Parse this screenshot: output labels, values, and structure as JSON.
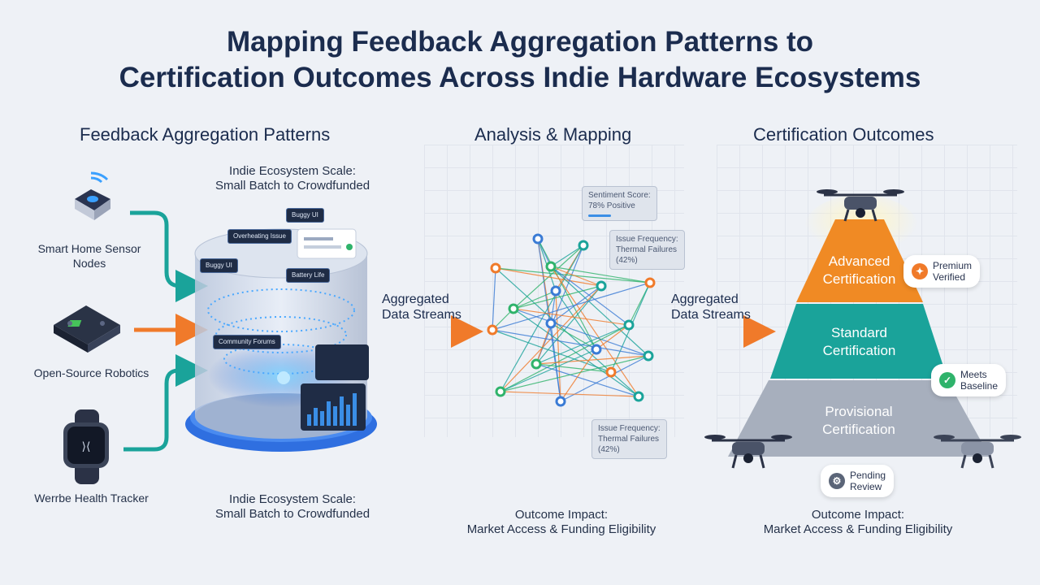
{
  "title": {
    "line1": "Mapping Feedback Aggregation Patterns to",
    "line2": "Certification Outcomes Across Indie Hardware Ecosystems"
  },
  "columns": {
    "left": "Feedback Aggregation Patterns",
    "middle": "Analysis & Mapping",
    "right": "Certification Outcomes"
  },
  "sources": [
    {
      "label": "Smart Home Sensor Nodes",
      "icon": "smart-home-sensor-icon"
    },
    {
      "label": "Open-Source Robotics",
      "icon": "robotics-board-icon"
    },
    {
      "label": "Werrbe Health Tracker",
      "icon": "smartwatch-icon"
    }
  ],
  "scale_top": {
    "title": "Indie Ecosystem Scale:",
    "sub": "Small Batch to Crowdfunded"
  },
  "scale_bottom": {
    "title": "Indie Ecosystem Scale:",
    "sub": "Small Batch to Crowdfunded"
  },
  "streams_left": {
    "line1": "Aggregated",
    "line2": "Data Streams"
  },
  "streams_right": {
    "line1": "Aggregated",
    "line2": "Data Streams"
  },
  "tooltips": {
    "sentiment": {
      "line1": "Sentiment Score:",
      "line2": "78% Positive"
    },
    "issue_top": {
      "line1": "Issue Frequency:",
      "line2": "Thermal Failures",
      "line3": "(42%)"
    },
    "issue_bottom": {
      "line1": "Issue Frequency:",
      "line2": "Thermal Failures",
      "line3": "(42%)"
    }
  },
  "chips": [
    "Buggy UI",
    "Overheating Issue",
    "Buggy UI",
    "Battery Life",
    "Community Forums"
  ],
  "pyramid": {
    "advanced": {
      "line1": "Advanced",
      "line2": "Certification",
      "color": "#f08a24"
    },
    "standard": {
      "line1": "Standard",
      "line2": "Certification",
      "color": "#1aa39a"
    },
    "provisional": {
      "line1": "Provisional",
      "line2": "Certification",
      "color": "#a7afbd"
    }
  },
  "badges": {
    "premium": {
      "line1": "Premium",
      "line2": "Verified",
      "icon": "star-badge-icon"
    },
    "baseline": {
      "line1": "Meets",
      "line2": "Baseline",
      "icon": "check-icon"
    },
    "pending": {
      "line1": "Pending",
      "line2": "Review",
      "icon": "gear-icon"
    }
  },
  "impact_middle": {
    "title": "Outcome Impact:",
    "sub": "Market Access & Funding Eligibility"
  },
  "impact_right": {
    "title": "Outcome Impact:",
    "sub": "Market Access & Funding Eligibility"
  },
  "colors": {
    "teal": "#1aa39a",
    "orange": "#f07a2a",
    "blue": "#3a7bd5",
    "navy": "#1b2c4e"
  }
}
